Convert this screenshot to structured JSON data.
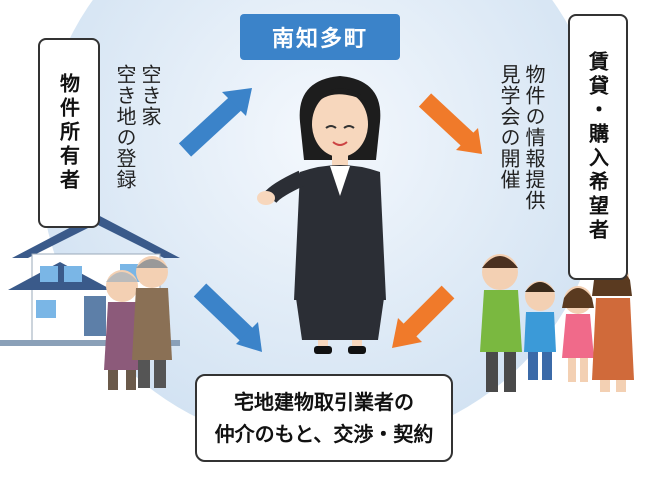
{
  "town": {
    "label": "南知多町"
  },
  "owner": {
    "label": "物件所有者"
  },
  "registration": {
    "line1": "空き家",
    "line2": "空き地の登録"
  },
  "seeker": {
    "label": "賃貸・購入希望者"
  },
  "info": {
    "line1": "物件の情報提供",
    "line2": "見学会の開催"
  },
  "agent": {
    "line1": "宅地建物取引業者の",
    "line2": "仲介のもと、交渉・契約"
  },
  "colors": {
    "blue": "#3b83c9",
    "orange": "#f07a2a",
    "circle": "#d2e3f3"
  }
}
